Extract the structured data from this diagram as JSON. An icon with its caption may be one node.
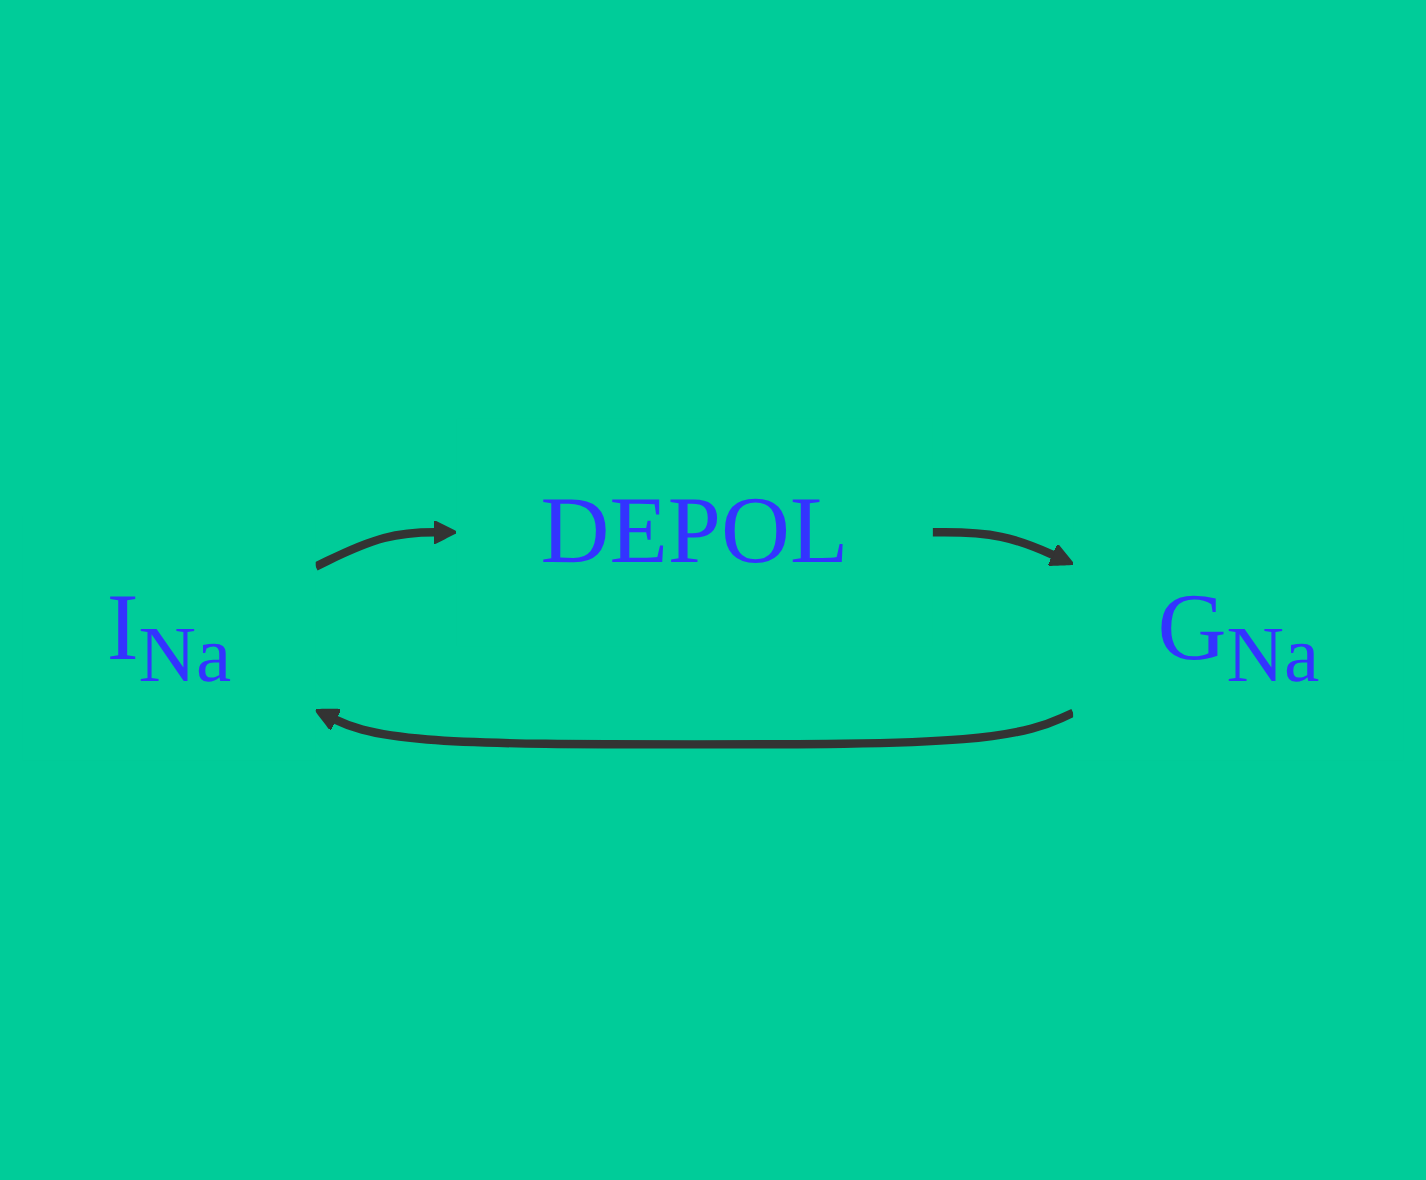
{
  "diagram": {
    "nodes": [
      {
        "text": [
          "I$_{Na}$"
        ]
      },
      {
        "text": [
          "DEPOL"
        ]
      },
      {
        "text": [
          "G$_{Na}$"
        ]
      }
    ],
    "edges": [
      {
        "from": 0,
        "to": 1,
        "arrow": "to"
      },
      {
        "from": 1,
        "to": 2,
        "arrow": "to"
      },
      {
        "from": 2,
        "to": 0,
        "arrow": "to"
      }
    ]
  }
}
